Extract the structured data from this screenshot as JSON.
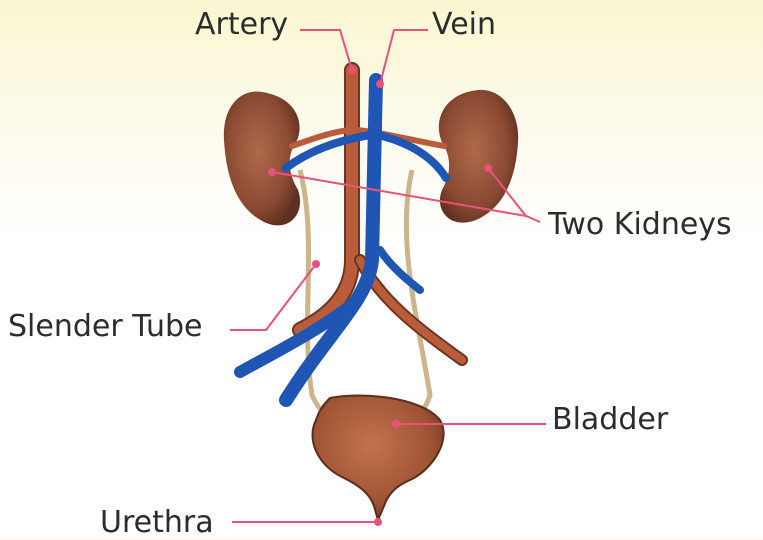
{
  "labels": {
    "artery": "Artery",
    "vein": "Vein",
    "kidneys": "Two Kidneys",
    "slender_tube": "Slender Tube",
    "bladder": "Bladder",
    "urethra": "Urethra"
  },
  "colors": {
    "pointer": "#e8527a",
    "artery": "#b85c3a",
    "vein": "#1f55b3",
    "kidney": "#8a4a32",
    "ureter": "#cdb48a",
    "bladder": "#a85a38",
    "text": "#2c2c2c"
  }
}
